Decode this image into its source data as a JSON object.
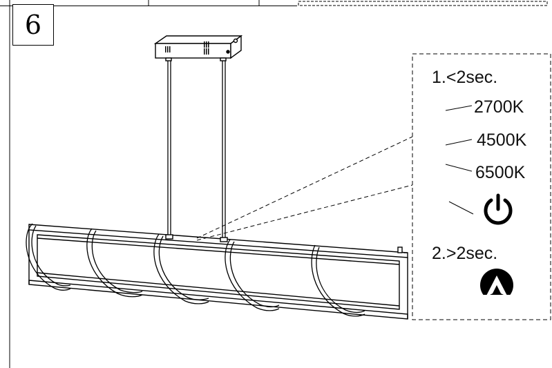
{
  "step": {
    "number": "6"
  },
  "instructions": {
    "short_press": "1.<2sec.",
    "color_temps": [
      "2700K",
      "4500K",
      "6500K"
    ],
    "long_press": "2.>2sec."
  },
  "icons": {
    "power": "power-icon",
    "dimming": "dimming-icon"
  },
  "colors": {
    "line": "#000000",
    "background": "#ffffff"
  }
}
